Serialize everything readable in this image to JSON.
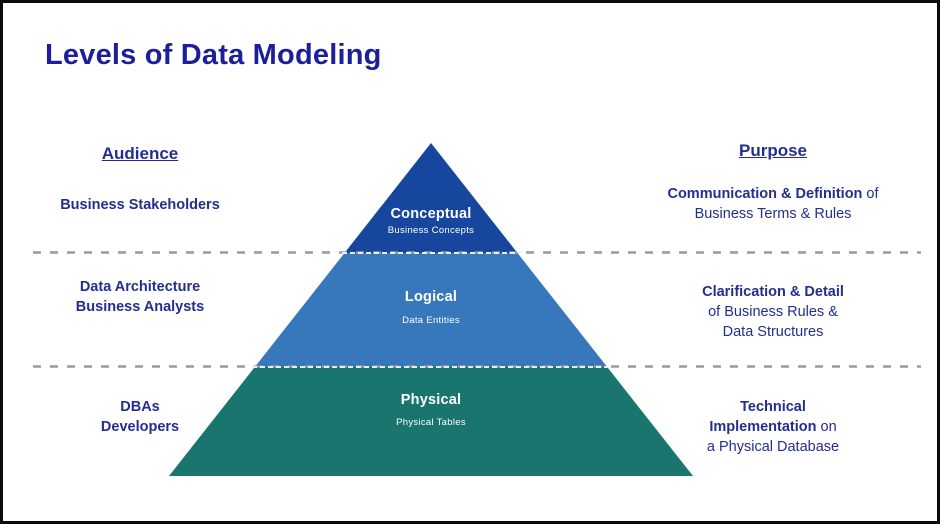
{
  "title": "Levels of Data Modeling",
  "audience": {
    "header": "Audience",
    "items": [
      {
        "lines": [
          "Business Stakeholders",
          ""
        ]
      },
      {
        "lines": [
          "Data Architecture",
          "Business Analysts"
        ]
      },
      {
        "lines": [
          "DBAs",
          "Developers"
        ]
      }
    ]
  },
  "purpose": {
    "header": "Purpose",
    "items": [
      {
        "lines": [
          {
            "b": "Communication & Definition",
            "r": " of"
          },
          {
            "b": "",
            "r": "Business Terms & Rules"
          },
          {
            "b": "",
            "r": ""
          }
        ]
      },
      {
        "lines": [
          {
            "b": "Clarification & Detail",
            "r": ""
          },
          {
            "b": "",
            "r": "of Business Rules &"
          },
          {
            "b": "",
            "r": "Data Structures"
          }
        ]
      },
      {
        "lines": [
          {
            "b": "Technical",
            "r": ""
          },
          {
            "b": "Implementation",
            "r": " on"
          },
          {
            "b": "",
            "r": "a Physical Database"
          }
        ]
      }
    ]
  },
  "pyramid": {
    "levels": [
      {
        "name": "Conceptual",
        "subtitle": "Business Concepts",
        "color": "#17469e"
      },
      {
        "name": "Logical",
        "subtitle": "Data Entities",
        "color": "#3778bc"
      },
      {
        "name": "Physical",
        "subtitle": "Physical Tables",
        "color": "#19756e"
      }
    ]
  },
  "colors": {
    "title_text": "#1b1f9c",
    "label_text": "#232e8f",
    "divider_dash": "#9a9a9a",
    "tier_boundary_dash": "#e9eef7",
    "pyramid_text": "#ffffff",
    "frame_border": "#0a0a0a"
  }
}
